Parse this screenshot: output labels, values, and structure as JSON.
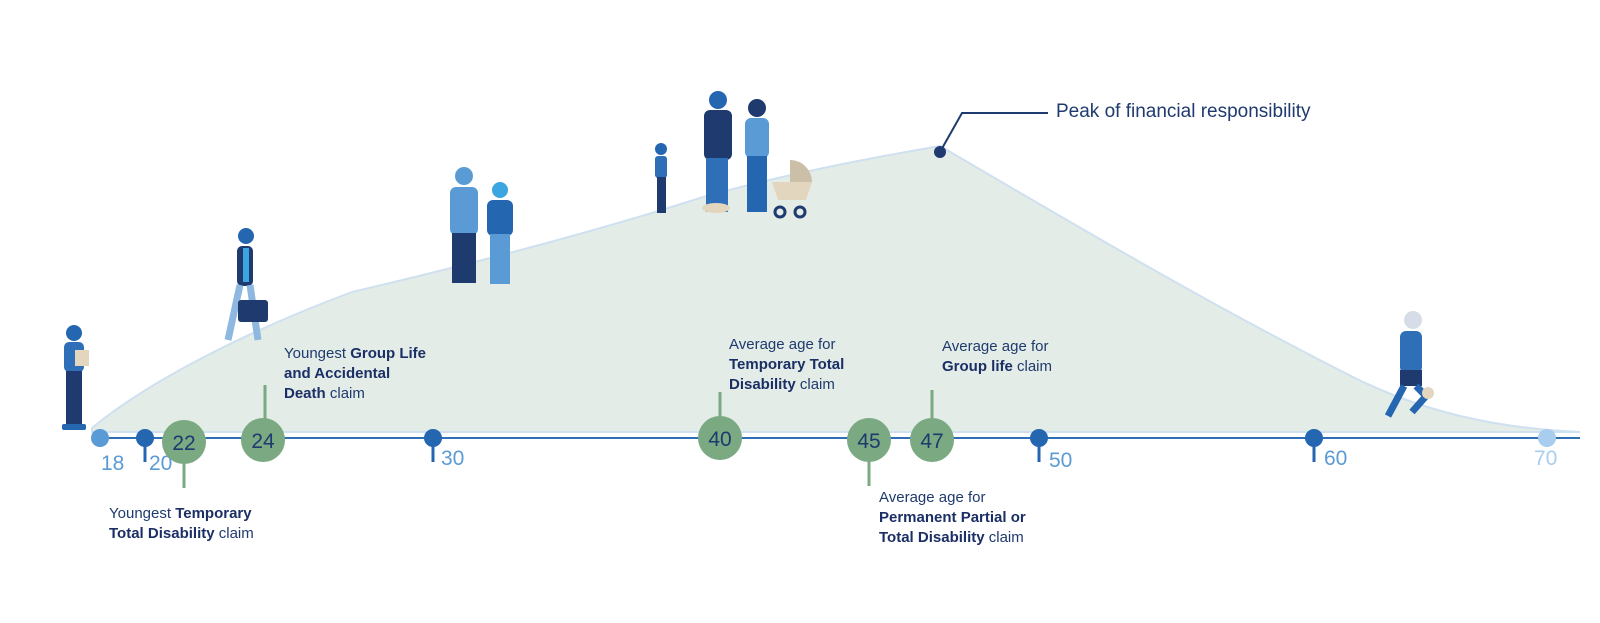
{
  "peak_label": "Peak of financial responsibility",
  "axis_ticks": [
    "18",
    "20",
    "30",
    "50",
    "60",
    "70"
  ],
  "milestones": [
    {
      "age": "22",
      "pre": "Youngest ",
      "bold1": "Temporary",
      "bold2": "Total Disability",
      "post": " claim"
    },
    {
      "age": "24",
      "pre": "Youngest ",
      "bold1": "Group Life",
      "bold2": "and Accidental",
      "bold3": "Death",
      "post": " claim"
    },
    {
      "age": "40",
      "pre": "Average age for",
      "bold1": "Temporary Total",
      "bold2": "Disability",
      "post": " claim"
    },
    {
      "age": "45",
      "pre": "Average age for",
      "bold1": "Permanent Partial or",
      "bold2": "Total Disability",
      "post": " claim"
    },
    {
      "age": "47",
      "pre": "Average age for",
      "bold1": "Group life",
      "post": " claim"
    }
  ],
  "colors": {
    "curve_fill": "#e3ece6",
    "curve_edge": "#cfe0f0",
    "axis": "#2f6fb8",
    "green": "#7aa982",
    "navy": "#1f3a6e",
    "light_tick": "#9ec4e6"
  },
  "icons": [
    "worker-icon",
    "commuter-icon",
    "couple-icon",
    "family-icon",
    "runner-icon"
  ]
}
